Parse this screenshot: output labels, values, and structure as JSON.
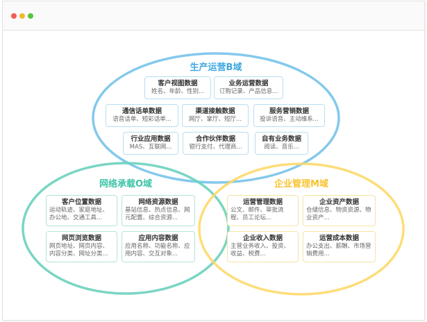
{
  "window": {
    "controls": [
      {
        "name": "close",
        "color": "#ed5f57"
      },
      {
        "name": "minimize",
        "color": "#f5b72d"
      },
      {
        "name": "maximize",
        "color": "#5ac43d"
      }
    ]
  },
  "colors": {
    "blue": "#7cc6ea",
    "green": "#6cd2bd",
    "yellow": "#fdd96a",
    "blue_title": "#3fa8e0",
    "green_title": "#3cc3a6",
    "yellow_title": "#f8c331"
  },
  "domains": {
    "b": {
      "title": "生产运营B域",
      "items": [
        {
          "label": "客户视图数据",
          "desc": "姓名、年龄、性别..."
        },
        {
          "label": "业务运营数据",
          "desc": "订购记录、产品信息..."
        },
        {
          "label": "通信话单数据",
          "desc": "语音话单、短彩话单..."
        },
        {
          "label": "渠道接触数据",
          "desc": "网厅、掌厅、短厅..."
        },
        {
          "label": "服务营销数据",
          "desc": "投诉语音、主动维系..."
        },
        {
          "label": "行业应用数据",
          "desc": "MAS、互联网..."
        },
        {
          "label": "合作伙伴数据",
          "desc": "银行支付、代理商..."
        },
        {
          "label": "自有业务数据",
          "desc": "阅读、音乐..."
        }
      ]
    },
    "o": {
      "title": "网络承载O域",
      "items": [
        {
          "label": "客户位置数据",
          "desc": "运动轨迹、家庭地址、办公地、交通工具..."
        },
        {
          "label": "网络资源数据",
          "desc": "基站信息、热点信息、网元配置、综合资源..."
        },
        {
          "label": "网页浏览数据",
          "desc": "网页地址、网页内容、内容分类、网址分类..."
        },
        {
          "label": "应用内容数据",
          "desc": "应用名称、功能名称、应用内容、交互对象..."
        }
      ]
    },
    "m": {
      "title": "企业管理M域",
      "items": [
        {
          "label": "运营管理数据",
          "desc": "公文、邮件、审批流程、员工论坛..."
        },
        {
          "label": "企业资产数据",
          "desc": "仓储信息、物资资源、物业资产..."
        },
        {
          "label": "企业收入数据",
          "desc": "主营业务收入、投资、收益、税费..."
        },
        {
          "label": "运营成本数据",
          "desc": "办公支出、薪酬、市场营销费用..."
        }
      ]
    }
  }
}
